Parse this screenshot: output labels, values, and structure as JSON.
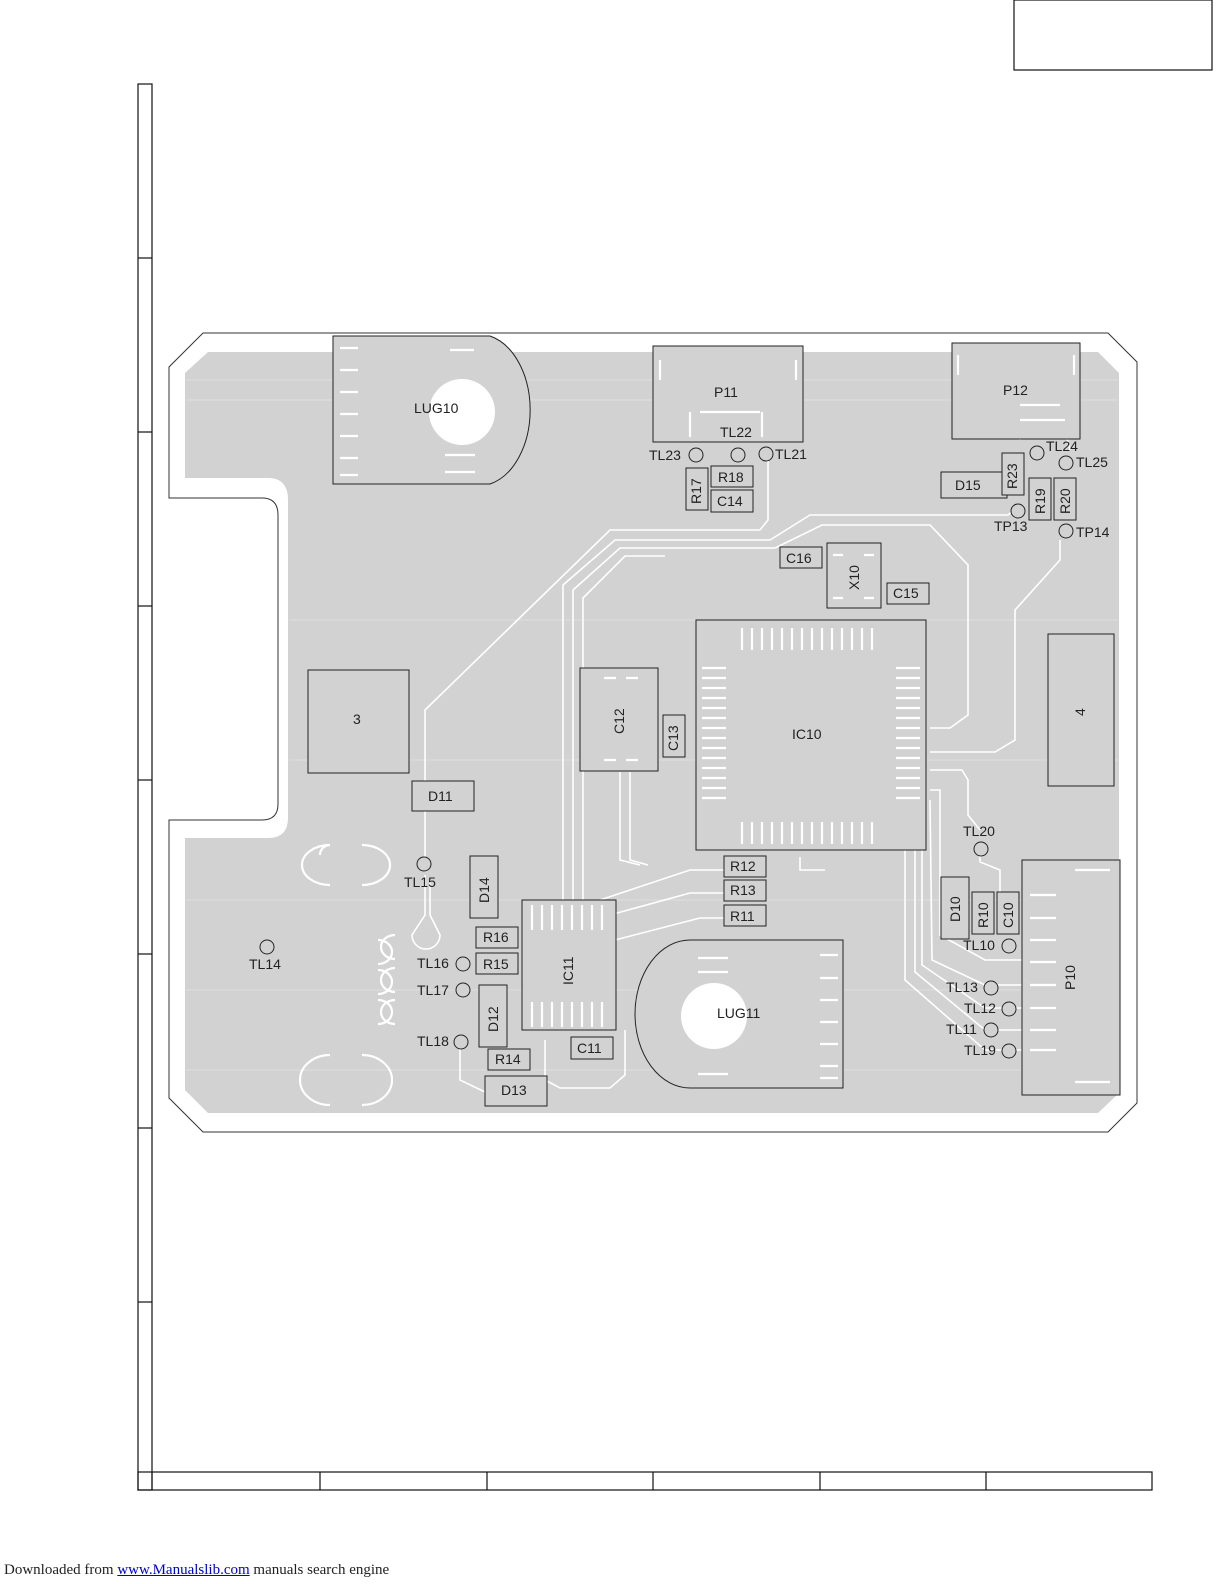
{
  "board": {
    "components": {
      "lug10": "LUG10",
      "lug11": "LUG11",
      "p10": "P10",
      "p11": "P11",
      "p12": "P12",
      "ic10": "IC10",
      "ic11": "IC11",
      "x10": "X10",
      "block3": "3",
      "block4": "4",
      "c10": "C10",
      "c11": "C11",
      "c12": "C12",
      "c13": "C13",
      "c14": "C14",
      "c15": "C15",
      "c16": "C16",
      "r10": "R10",
      "r11": "R11",
      "r12": "R12",
      "r13": "R13",
      "r14": "R14",
      "r15": "R15",
      "r16": "R16",
      "r17": "R17",
      "r18": "R18",
      "r19": "R19",
      "r20": "R20",
      "r23": "R23",
      "d10": "D10",
      "d11": "D11",
      "d12": "D12",
      "d13": "D13",
      "d14": "D14",
      "d15": "D15"
    },
    "test_points": {
      "tl10": "TL10",
      "tl11": "TL11",
      "tl12": "TL12",
      "tl13": "TL13",
      "tl14": "TL14",
      "tl15": "TL15",
      "tl16": "TL16",
      "tl17": "TL17",
      "tl18": "TL18",
      "tl19": "TL19",
      "tl20": "TL20",
      "tl21": "TL21",
      "tl22": "TL22",
      "tl23": "TL23",
      "tl24": "TL24",
      "tl25": "TL25",
      "tp13": "TP13",
      "tp14": "TP14"
    }
  },
  "footer": {
    "prefix": "Downloaded from ",
    "link_text": "www.Manualslib.com",
    "suffix": "  manuals search engine"
  }
}
